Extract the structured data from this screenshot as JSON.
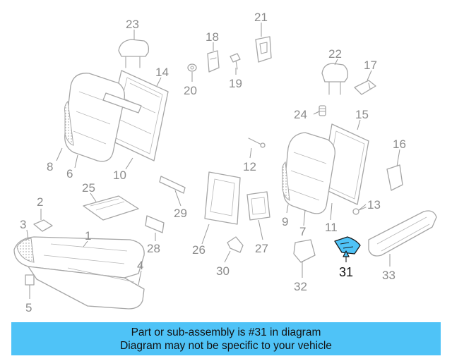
{
  "callouts": [
    {
      "label": "23"
    },
    {
      "label": "21"
    },
    {
      "label": "18"
    },
    {
      "label": "14"
    },
    {
      "label": "20"
    },
    {
      "label": "19"
    },
    {
      "label": "22"
    },
    {
      "label": "17"
    },
    {
      "label": "15"
    },
    {
      "label": "24"
    },
    {
      "label": "16"
    },
    {
      "label": "8"
    },
    {
      "label": "6"
    },
    {
      "label": "10"
    },
    {
      "label": "12"
    },
    {
      "label": "25"
    },
    {
      "label": "2"
    },
    {
      "label": "3"
    },
    {
      "label": "1"
    },
    {
      "label": "29"
    },
    {
      "label": "28"
    },
    {
      "label": "26"
    },
    {
      "label": "27"
    },
    {
      "label": "30"
    },
    {
      "label": "9"
    },
    {
      "label": "7"
    },
    {
      "label": "11"
    },
    {
      "label": "13"
    },
    {
      "label": "32"
    },
    {
      "label": "33"
    },
    {
      "label": "4"
    },
    {
      "label": "5"
    }
  ],
  "highlighted_part": {
    "label": "31",
    "color": "#4fc3f7"
  },
  "banner": {
    "line1": "Part or sub-assembly is #31 in diagram",
    "line2": "Diagram may not be specific to your vehicle",
    "background": "#4fc3f7"
  }
}
